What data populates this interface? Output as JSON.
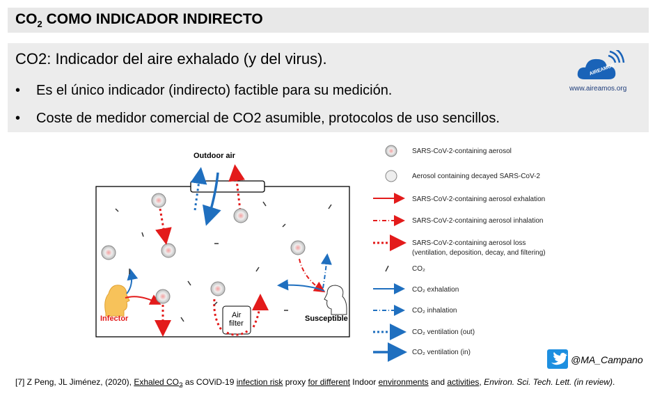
{
  "slide": {
    "title_main": "CO",
    "title_sub": "2",
    "title_rest": " COMO INDICADOR INDIRECTO",
    "heading": "CO2: Indicador del aire exhalado (y del virus).",
    "bullets": [
      "Es el único indicador (indirecto) factible para su medición.",
      "Coste de medidor comercial de CO2 asumible, protocolos de uso sencillos."
    ],
    "bullet_marker": "•",
    "logo": {
      "brand": "AIREAMOS",
      "url": "www.aireamos.org"
    },
    "twitter_handle": "@MA_Campano"
  },
  "diagram": {
    "outdoor_air": "Outdoor air",
    "infector": "Infector",
    "susceptible": "Susceptible",
    "air_filter_line1": "Air",
    "air_filter_line2": "filter",
    "legend": [
      "SARS-CoV-2-containing aerosol",
      "Aerosol containing decayed SARS-CoV-2",
      "SARS-CoV-2-containing aerosol exhalation",
      "SARS-CoV-2-containing aerosol inhalation",
      "SARS-CoV-2-containing aerosol loss",
      "(ventilation, deposition, decay, and filtering)",
      "CO₂",
      "CO₂ exhalation",
      "CO₂ inhalation",
      "CO₂ ventilation (out)",
      "CO₂ ventilation (in)"
    ]
  },
  "reference": {
    "prefix": "[7] Z Peng, JL Jiménez, (2020), ",
    "link_part1": "Exhaled CO",
    "link_sub": "2",
    "mid": " as COViD-19 ",
    "link_part2": "infection risk",
    "mid2": " proxy ",
    "link_part3": "for different",
    "mid3": " Indoor ",
    "link_part4": "environments",
    "mid4": " and ",
    "link_part5": "activities",
    "mid5": ", ",
    "journal": "Environ. Sci. Tech. Lett. (in review)",
    "end": "."
  },
  "colors": {
    "red": "#e31b1b",
    "blue": "#1f6fbf",
    "grey_box": "#ececec",
    "title_bar": "#e8e8e8"
  }
}
